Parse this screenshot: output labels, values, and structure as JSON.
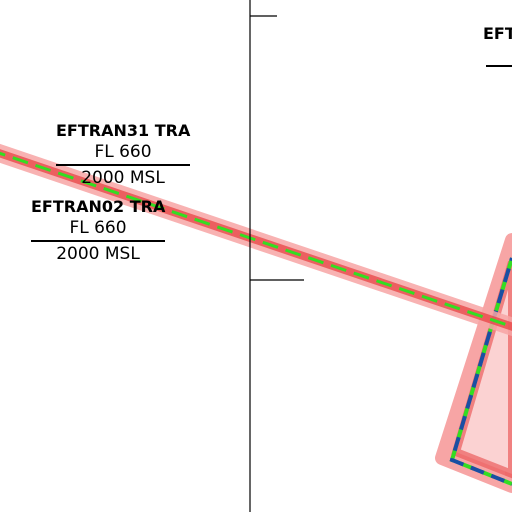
{
  "map": {
    "colors": {
      "background": "#ffffff",
      "tra_fill": "#f7a5a5",
      "tra_edge": "#e73c3c",
      "dashed_green": "#33dd22",
      "dashed_blue": "#1a4fa3",
      "line_black": "#000000"
    },
    "labels": [
      {
        "name": "EFTRAN31 TRA",
        "upper": "FL 660",
        "lower": "2000 MSL"
      },
      {
        "name": "EFTRAN02 TRA",
        "upper": "FL 660",
        "lower": "2000 MSL"
      },
      {
        "name": "EFT"
      }
    ]
  }
}
